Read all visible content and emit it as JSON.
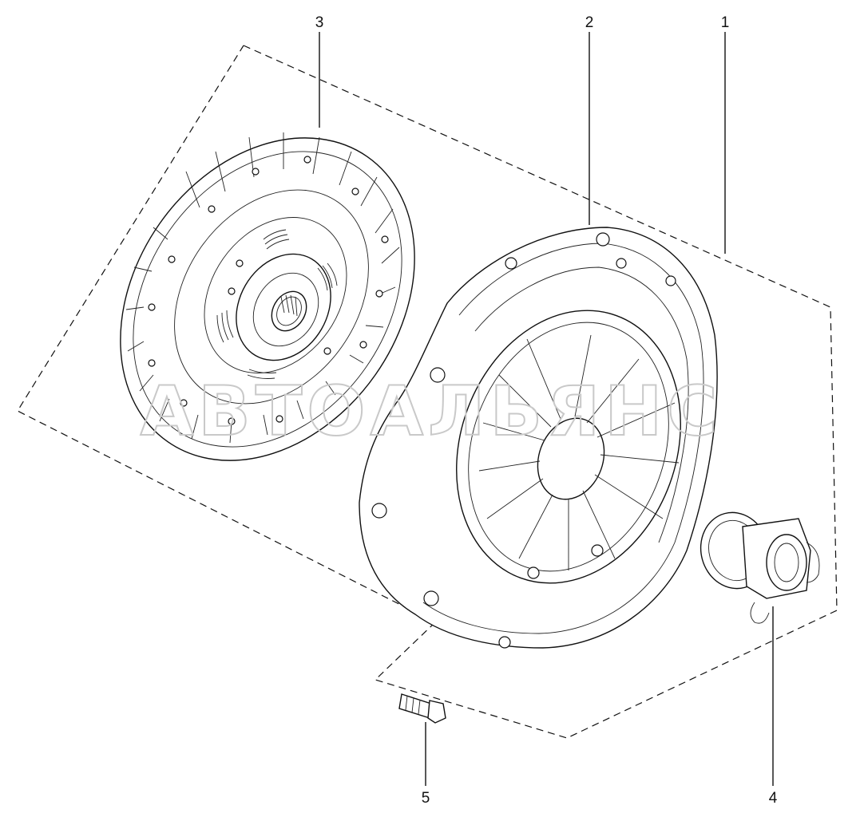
{
  "callouts": {
    "c1": "1",
    "c2": "2",
    "c3": "3",
    "c4": "4",
    "c5": "5"
  },
  "watermark": "АВТОАЛЬЯНС"
}
